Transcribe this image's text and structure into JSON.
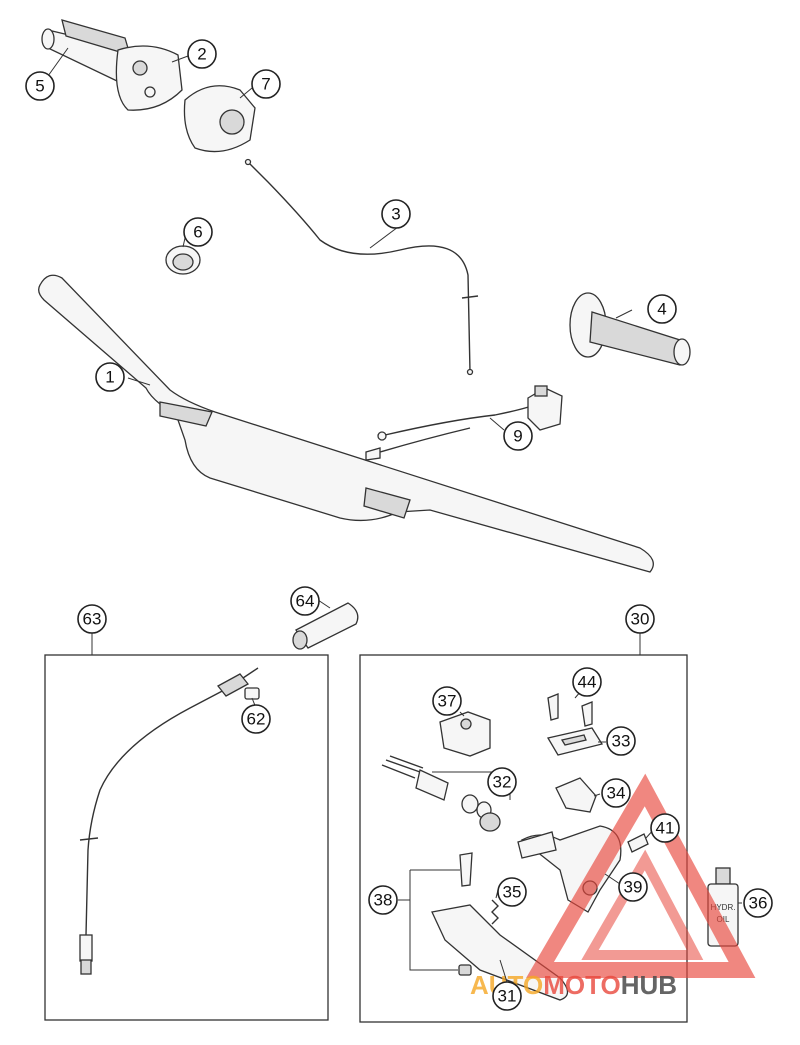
{
  "callouts": {
    "c1": "1",
    "c2": "2",
    "c3": "3",
    "c4": "4",
    "c5": "5",
    "c6": "6",
    "c7": "7",
    "c9": "9",
    "c30": "30",
    "c31": "31",
    "c32": "32",
    "c33": "33",
    "c34": "34",
    "c35": "35",
    "c36": "36",
    "c37": "37",
    "c38": "38",
    "c39": "39",
    "c41": "41",
    "c44": "44",
    "c62": "62",
    "c63": "63",
    "c64": "64"
  },
  "bottle_label": {
    "line1": "HYDR.",
    "line2": "OIL"
  },
  "watermark": {
    "part1": "AUTO",
    "part2": "MOTO",
    "part3": "HUB",
    "color_auto": "#f5a623",
    "color_moto": "#e8473c",
    "color_hub": "#4a4a4a"
  }
}
